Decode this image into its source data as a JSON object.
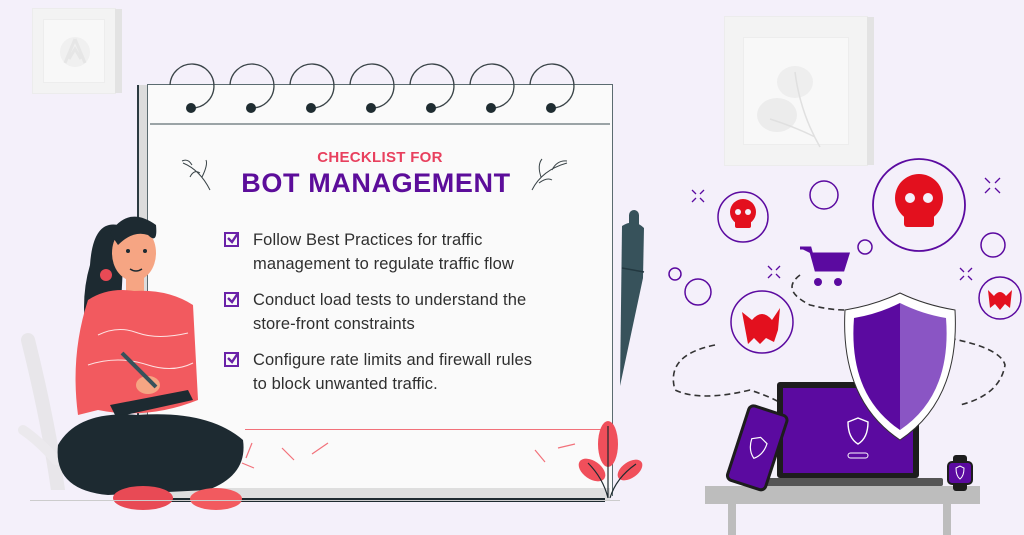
{
  "header": {
    "subtitle": "CHECKLIST FOR",
    "title": "BOT MANAGEMENT"
  },
  "checklist": {
    "items": [
      {
        "checked": true,
        "line1": "Follow Best Practices for traffic",
        "line2": "management to regulate traffic flow"
      },
      {
        "checked": true,
        "line1": "Conduct load tests to understand the",
        "line2": "store-front constraints"
      },
      {
        "checked": true,
        "line1": "Configure rate limits and firewall rules",
        "line2": "to block unwanted traffic."
      }
    ]
  },
  "colors": {
    "background": "#f4f0fa",
    "subtitle": "#e8405e",
    "title": "#5c0d9a",
    "checkbox": "#6a22a8",
    "body_text": "#2f2f2f",
    "threat_red": "#e3101e",
    "shield_dark": "#5b0aa0",
    "shield_light": "#8a55c4",
    "figure_shirt": "#f25a5f",
    "figure_dark": "#1d2a31"
  },
  "illustration": {
    "left": [
      "wall-frame-logo",
      "notepad-with-spiral-binding",
      "woman-writing",
      "pen",
      "red-plant"
    ],
    "right": [
      "wall-frame-leaf",
      "skull-icons",
      "devil-bot-icons",
      "shopping-cart-icon",
      "security-shield",
      "laptop-with-shield",
      "phone-with-shield",
      "smartwatch-with-shield",
      "desk"
    ]
  }
}
